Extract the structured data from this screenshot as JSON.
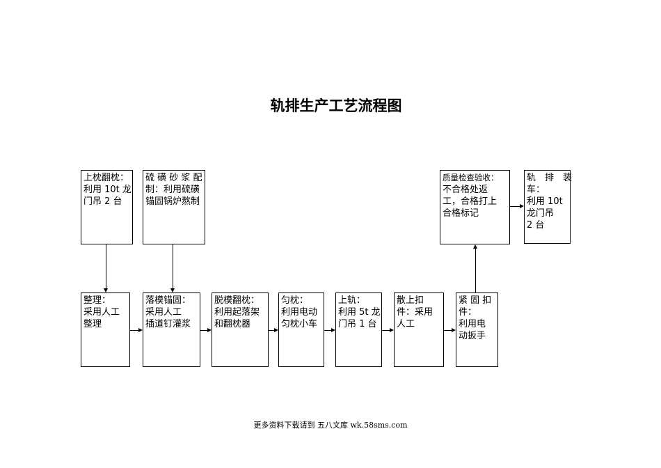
{
  "title": "轨排生产工艺流程图",
  "boxes": {
    "shangzhen": [
      "上枕翻枕：",
      "利用 10t 龙",
      "门吊 2 台"
    ],
    "liuhuang": [
      "硫 磺 砂 浆 配",
      "制：利用硫磺",
      "锚固锅炉熬制"
    ],
    "zhiliang": [
      "质量检查验收：",
      "不合格处返",
      "工，合格打上",
      "合格标记"
    ],
    "zhuangche": [
      "轨　排　装",
      "车：",
      "利用 10t",
      "龙门吊",
      "2 台"
    ],
    "zhengli": [
      "整理：",
      "采用人工",
      "整理"
    ],
    "luomo": [
      "落模锚固：",
      "采用人工",
      "插道钉灌浆"
    ],
    "tuomo": [
      "脱模翻枕：",
      "利用起落架",
      "和翻枕器"
    ],
    "yunzhen": [
      "匀枕：",
      "利用电动",
      "匀枕小车"
    ],
    "shanggui": [
      "上轨：",
      "利用 5t 龙",
      "门吊 1 台"
    ],
    "sanshang": [
      "散上扣",
      "件：采用",
      "人工"
    ],
    "jingu": [
      "紧 固 扣",
      "件：",
      "利用电",
      "动扳手"
    ]
  },
  "footer": "更多资料下载请到 五八文库 wk.58sms.com"
}
